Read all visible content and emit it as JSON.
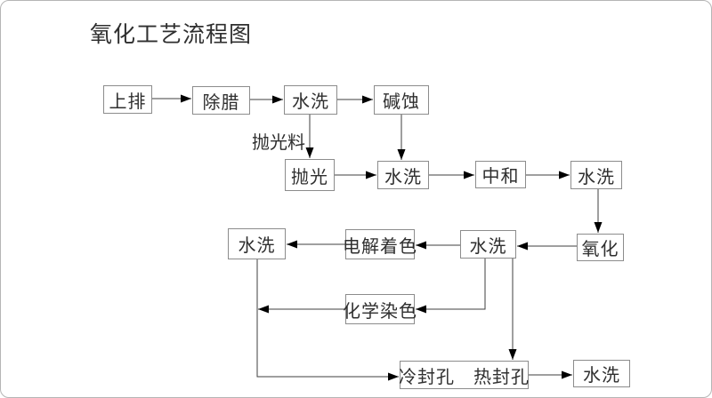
{
  "title": "氧化工艺流程图",
  "diagram": {
    "annotation": "抛光料",
    "nodes": [
      {
        "id": "shangpai",
        "label": "上排"
      },
      {
        "id": "chula",
        "label": "除腊"
      },
      {
        "id": "shuixi-1",
        "label": "水洗"
      },
      {
        "id": "jianshi",
        "label": "碱蚀"
      },
      {
        "id": "paoguang",
        "label": "抛光"
      },
      {
        "id": "shuixi-2",
        "label": "水洗"
      },
      {
        "id": "zhonghe",
        "label": "中和"
      },
      {
        "id": "shuixi-3",
        "label": "水洗"
      },
      {
        "id": "yanghua",
        "label": "氧化"
      },
      {
        "id": "shuixi-4",
        "label": "水洗"
      },
      {
        "id": "dianjie-zhuose",
        "label": "电解着色"
      },
      {
        "id": "shuixi-5",
        "label": "水洗"
      },
      {
        "id": "huaxue-ranse",
        "label": "化学染色"
      },
      {
        "id": "fengkong",
        "label": "冷封孔　热封孔"
      },
      {
        "id": "shuixi-6",
        "label": "水洗"
      }
    ],
    "edges": [
      {
        "from": "shangpai",
        "to": "chula"
      },
      {
        "from": "chula",
        "to": "shuixi-1"
      },
      {
        "from": "shuixi-1",
        "to": "jianshi"
      },
      {
        "from": "shuixi-1",
        "to": "paoguang"
      },
      {
        "from": "jianshi",
        "to": "shuixi-2"
      },
      {
        "from": "paoguang",
        "to": "shuixi-2"
      },
      {
        "from": "shuixi-2",
        "to": "zhonghe"
      },
      {
        "from": "zhonghe",
        "to": "shuixi-3"
      },
      {
        "from": "shuixi-3",
        "to": "yanghua"
      },
      {
        "from": "yanghua",
        "to": "shuixi-4"
      },
      {
        "from": "shuixi-4",
        "to": "dianjie-zhuose"
      },
      {
        "from": "dianjie-zhuose",
        "to": "shuixi-5"
      },
      {
        "from": "shuixi-4",
        "to": "huaxue-ranse"
      },
      {
        "from": "huaxue-ranse",
        "to": "shuixi-5-downline"
      },
      {
        "from": "shuixi-5",
        "to": "fengkong"
      },
      {
        "from": "shuixi-4",
        "to": "fengkong"
      },
      {
        "from": "fengkong",
        "to": "shuixi-6"
      }
    ],
    "colors": {
      "background": "#ffffff",
      "box_border": "#8c8c8c",
      "text": "#2f2f2f",
      "line": "#3f3f3f",
      "arrowhead": "#000000",
      "frame_border": "#b5b5b5"
    }
  }
}
